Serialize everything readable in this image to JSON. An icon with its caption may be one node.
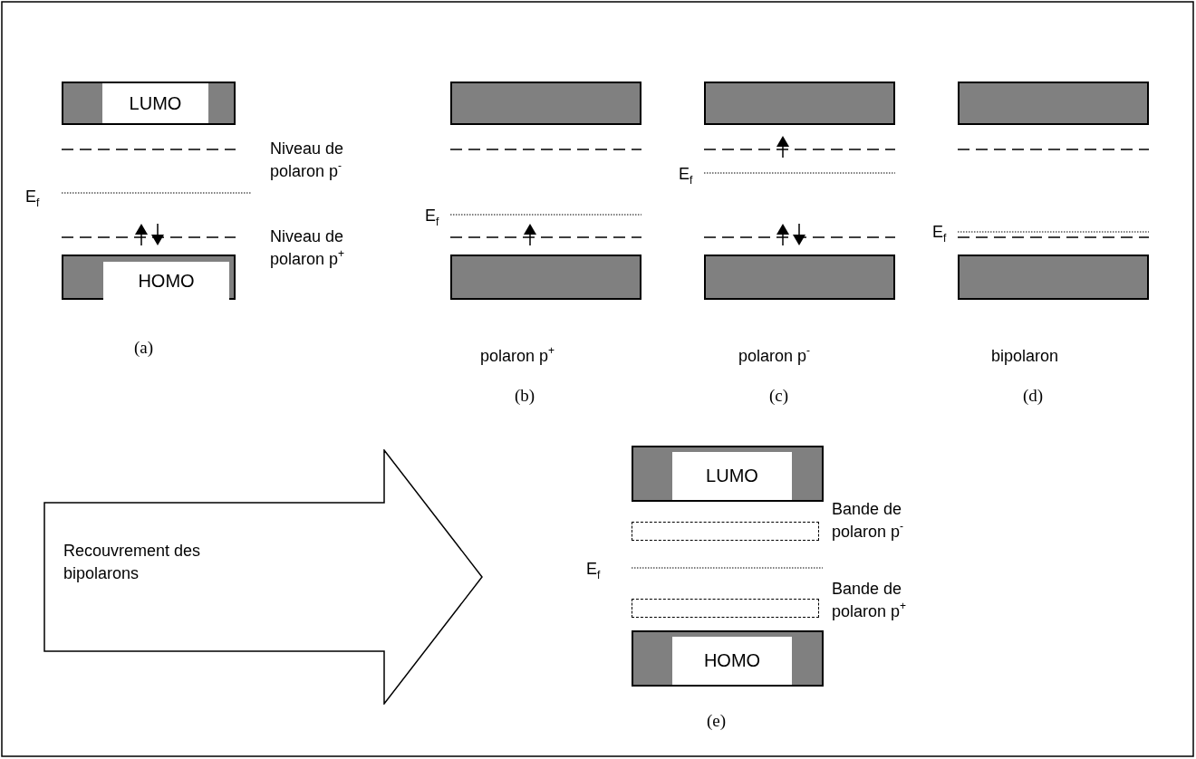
{
  "diagram": {
    "nodes": [
      {
        "text": [
          "LUMO"
        ]
      },
      {
        "text": [],
        "shape": "bar"
      },
      {
        "text": [],
        "shape": "bar"
      },
      {
        "text": [],
        "shape": "bar"
      },
      {
        "text": [
          "HOMO"
        ]
      },
      {
        "text": [],
        "shape": "bar"
      },
      {
        "text": [],
        "shape": "bar"
      },
      {
        "text": [],
        "shape": "bar"
      },
      {
        "text": [
          "Recouvrement des bipolarons"
        ]
      },
      {
        "text": [
          "LUMO"
        ]
      },
      {
        "text": [],
        "shape": "box"
      },
      {
        "text": [],
        "shape": "box"
      },
      {
        "text": [
          "HOMO"
        ]
      }
    ],
    "labels": [
      "Niveau de polaron p$^{-}$",
      "E$_{f}$",
      "E$_{f}$",
      "E$_{f}$",
      "Niveau de polaron p$^{+}$",
      "E$_{f}$",
      "(a)",
      "polaron p$^{+}$",
      "polaron p$^{-}$",
      "bipolaron",
      "(b)",
      "(c)",
      "(d)",
      "Bande de polaron p$^{-}$",
      "E$_{f}$",
      "Bande de polaron p$^{+}$",
      "(e)"
    ]
  }
}
